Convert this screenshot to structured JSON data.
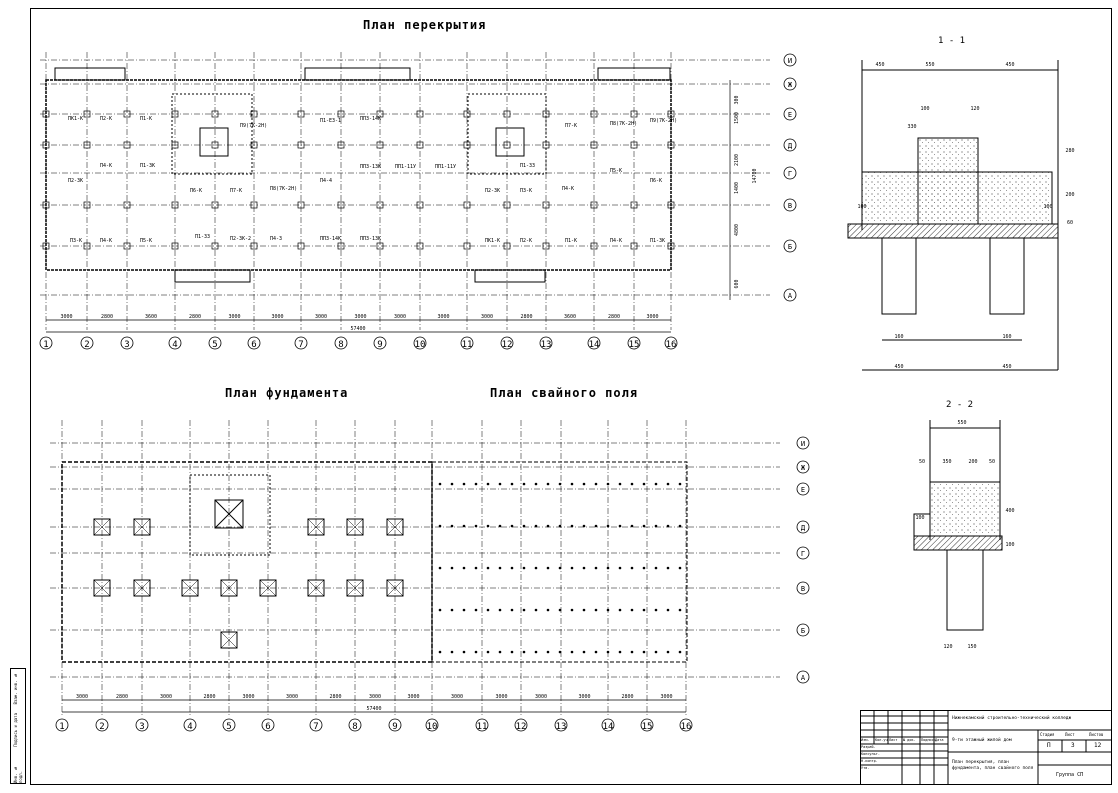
{
  "titles": {
    "floor_plan": "План перекрытия",
    "foundation_plan": "План фундамента",
    "pile_field": "План свайного поля",
    "section_1": "1 - 1",
    "section_2": "2 - 2"
  },
  "axes": {
    "numbers": [
      "1",
      "2",
      "3",
      "4",
      "5",
      "6",
      "7",
      "8",
      "9",
      "10",
      "11",
      "12",
      "13",
      "14",
      "15",
      "16"
    ],
    "letters": [
      "И",
      "Ж",
      "Е",
      "Д",
      "Г",
      "В",
      "Б",
      "А"
    ]
  },
  "dimensions": {
    "spans_top": [
      "3000",
      "2800",
      "3600",
      "2800",
      "3000",
      "3000",
      "3000",
      "3000",
      "3000",
      "3000",
      "3000",
      "2800",
      "3600",
      "2800",
      "3000"
    ],
    "total": "57400",
    "vertical": [
      "300",
      "1500",
      "2100",
      "1400",
      "4800",
      "14700",
      "600"
    ],
    "bottom_spans": [
      "3000",
      "2800",
      "3000",
      "2800",
      "3000",
      "3000",
      "2800",
      "3000",
      "3000",
      "3000",
      "3000",
      "3000",
      "3000",
      "2800",
      "3000"
    ]
  },
  "slab_labels": [
    "ПК1-К",
    "П2-К",
    "П1-К",
    "П4-К",
    "П1-3К",
    "П2-3К",
    "П3-К",
    "П4-К",
    "П5-К",
    "П6-К",
    "П7-К",
    "П8(7К-2Н)",
    "П9(7К-2Н)",
    "П1-33",
    "П2-3К-2",
    "П4-3",
    "П4-4",
    "П1-ЕЗ-1",
    "ПП3-14К",
    "ПП3-13К",
    "ПП1-11У",
    "ПП1-11У",
    "ПП3-14К",
    "ПП3-13К"
  ],
  "section_dims": {
    "s1": [
      "450",
      "550",
      "450",
      "100",
      "120",
      "330",
      "280",
      "200",
      "100",
      "60",
      "100",
      "160",
      "160",
      "450",
      "450"
    ],
    "s2": [
      "550",
      "50",
      "350",
      "200",
      "50",
      "100",
      "400",
      "100",
      "120",
      "150"
    ]
  },
  "stamp": {
    "org": "Нижнекамский строительно-технический колледж",
    "project": "9-ти этажный жилой дом",
    "sheet_desc": "План перекрытия, план фундамента, план свайного поля",
    "stage": "П",
    "sheet": "3",
    "sheets": "12",
    "group": "Группа СП",
    "rows": [
      "Разраб.",
      "Консульт.",
      "Н.контр.",
      "Утв."
    ],
    "headers": [
      "Изм.",
      "Кол.уч",
      "Лист",
      "№ док.",
      "Подпись",
      "Дата"
    ],
    "col_labels": [
      "Стадия",
      "Лист",
      "Листов"
    ]
  },
  "side_stamp": [
    "Взам. инв. №",
    "Подпись и дата",
    "Инв. № подл."
  ]
}
